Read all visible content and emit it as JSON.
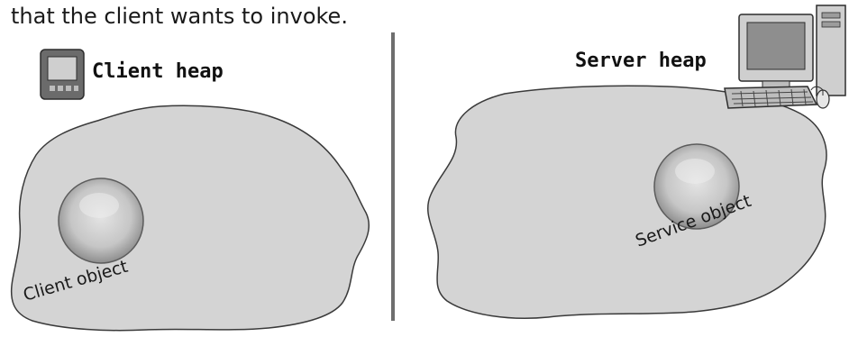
{
  "caption_fragment": "that the client wants to invoke.",
  "client": {
    "heap_label": "Client heap",
    "object_label": "Client object",
    "icon": "pda-icon"
  },
  "server": {
    "heap_label": "Server heap",
    "object_label": "Service object",
    "icon": "desktop-computer-icon"
  },
  "colors": {
    "heap_fill": "#d4d4d4",
    "heap_stroke": "#3a3a3a",
    "divider": "#6e6e6e",
    "text": "#1a1a1a"
  }
}
